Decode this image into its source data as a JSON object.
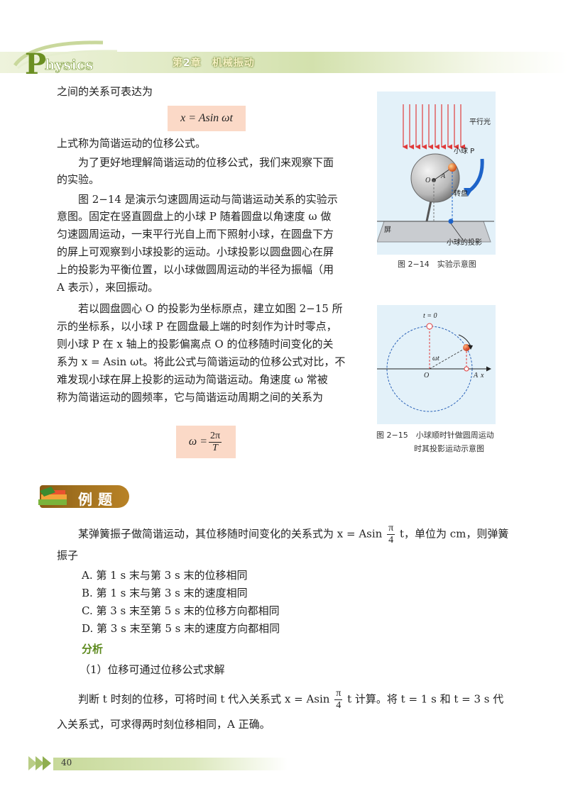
{
  "header": {
    "logo_letter": "P",
    "logo_rest": "hysics",
    "chapter_pre": "第",
    "chapter_num": "2",
    "chapter_post": "章　机械振动"
  },
  "body": {
    "l1": "之间的关系可表达为",
    "formula1": "x = Asin ωt",
    "l2": "上式称为简谐运动的位移公式。",
    "l3": "　　为了更好地理解简谐运动的位移公式，我们来观察下面",
    "l4": "的实验。",
    "l5": "　　图 2−14 是演示匀速圆周运动与简谐运动关系的实验示",
    "l6": "意图。固定在竖直圆盘上的小球 P 随着圆盘以角速度 ω 做",
    "l7": "匀速圆周运动，一束平行光自上而下照射小球，在圆盘下方",
    "l8": "的屏上可观察到小球投影的运动。小球投影以圆盘圆心在屏",
    "l9": "上的投影为平衡位置，以小球做圆周运动的半径为振幅（用",
    "l10": "A 表示），来回振动。",
    "l11": "　　若以圆盘圆心 O 的投影为坐标原点，建立如图 2−15 所",
    "l12": "示的坐标系，以小球 P 在圆盘最上端的时刻作为计时零点，",
    "l13": "则小球 P 在 x 轴上的投影偏离点 O 的位移随时间变化的关",
    "l14": "系为 x = Asin ωt。将此公式与简谐运动的位移公式对比，不",
    "l15": "难发现小球在屏上投影的运动为简谐运动。角速度 ω 常被",
    "l16": "称为简谐运动的圆频率，它与简谐运动周期之间的关系为",
    "formula2_lhs": "ω =",
    "formula2_num": "2π",
    "formula2_den": "T"
  },
  "fig14": {
    "parallel_light": "平行光",
    "ball_p": "小球 P",
    "turntable": "转盘",
    "screen": "屏",
    "projection": "小球的投影",
    "label_o": "O",
    "label_a": "A",
    "caption": "图 2−14　实验示意图"
  },
  "fig15": {
    "t0": "t = 0",
    "omega_t": "ωt",
    "label_o": "O",
    "label_a": "A",
    "label_x": "x",
    "caption1": "图 2−15　小球顺时针做圆周运动",
    "caption2": "时其投影运动示意图"
  },
  "example": {
    "title": "例题",
    "q1_a": "　　某弹簧振子做简谐运动，其位移随时间变化的关系式为 x = Asin",
    "q1_num": "π",
    "q1_den": "4",
    "q1_b": "t，单位为 cm，则弹簧",
    "q2": "振子",
    "opt_a": "A. 第 1 s 末与第 3 s 末的位移相同",
    "opt_b": "B. 第 1 s 末与第 3 s 末的速度相同",
    "opt_c": "C. 第 3 s 末至第 5 s 末的位移方向都相同",
    "opt_d": "D. 第 3 s 末至第 5 s 末的速度方向都相同",
    "analysis_title": "分析",
    "a1": "（1）位移可通过位移公式求解",
    "a2_a": "　　判断 t 时刻的位移，可将时间 t 代入关系式 x = Asin",
    "a2_num": "π",
    "a2_den": "4",
    "a2_b": "t 计算。将 t = 1 s 和 t = 3 s 代",
    "a3": "入关系式，可求得两时刻位移相同，A 正确。"
  },
  "footer": {
    "page": "40"
  },
  "colors": {
    "accent_green": "#5d8a1e",
    "formula_bg": "#fbd9c7",
    "example_brown": "#a0701e",
    "light_red": "#e03b3b"
  }
}
